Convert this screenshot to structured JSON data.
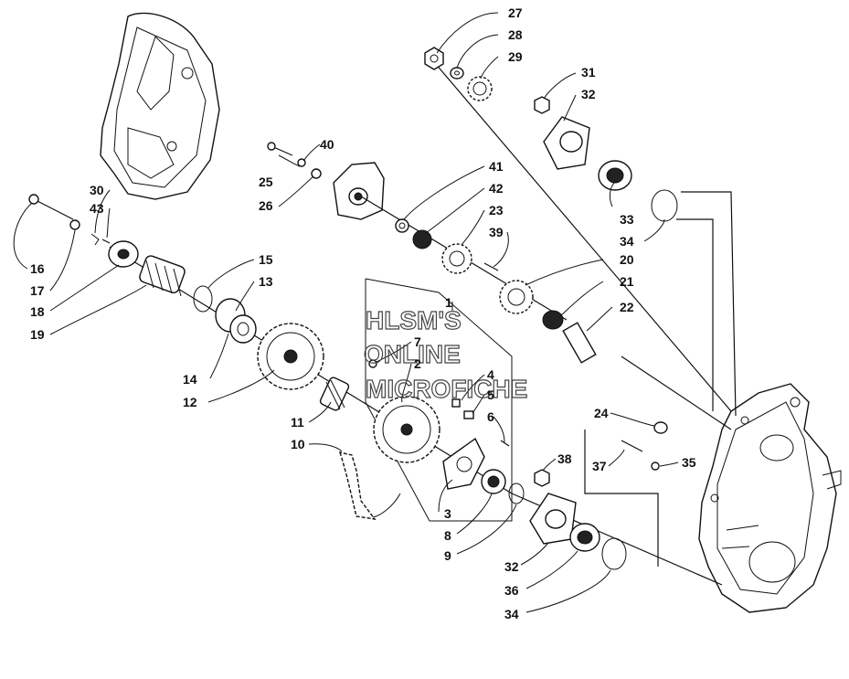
{
  "watermark": {
    "line1": "HLSM'S",
    "line2": "ONLINE",
    "line3": "MICROFICHE"
  },
  "callouts": [
    {
      "id": "c27",
      "text": "27"
    },
    {
      "id": "c28",
      "text": "28"
    },
    {
      "id": "c29",
      "text": "29"
    },
    {
      "id": "c31",
      "text": "31"
    },
    {
      "id": "c32a",
      "text": "32"
    },
    {
      "id": "c40",
      "text": "40"
    },
    {
      "id": "c25",
      "text": "25"
    },
    {
      "id": "c26",
      "text": "26"
    },
    {
      "id": "c41",
      "text": "41"
    },
    {
      "id": "c42",
      "text": "42"
    },
    {
      "id": "c23",
      "text": "23"
    },
    {
      "id": "c39",
      "text": "39"
    },
    {
      "id": "c33",
      "text": "33"
    },
    {
      "id": "c34a",
      "text": "34"
    },
    {
      "id": "c30",
      "text": "30"
    },
    {
      "id": "c43",
      "text": "43"
    },
    {
      "id": "c16",
      "text": "16"
    },
    {
      "id": "c17",
      "text": "17"
    },
    {
      "id": "c18",
      "text": "18"
    },
    {
      "id": "c19",
      "text": "19"
    },
    {
      "id": "c15",
      "text": "15"
    },
    {
      "id": "c13",
      "text": "13"
    },
    {
      "id": "c20",
      "text": "20"
    },
    {
      "id": "c21",
      "text": "21"
    },
    {
      "id": "c22",
      "text": "22"
    },
    {
      "id": "c1",
      "text": "1"
    },
    {
      "id": "c7",
      "text": "7"
    },
    {
      "id": "c2",
      "text": "2"
    },
    {
      "id": "c14",
      "text": "14"
    },
    {
      "id": "c12",
      "text": "12"
    },
    {
      "id": "c4",
      "text": "4"
    },
    {
      "id": "c5",
      "text": "5"
    },
    {
      "id": "c6",
      "text": "6"
    },
    {
      "id": "c11",
      "text": "11"
    },
    {
      "id": "c24",
      "text": "24"
    },
    {
      "id": "c10",
      "text": "10"
    },
    {
      "id": "c37",
      "text": "37"
    },
    {
      "id": "c35",
      "text": "35"
    },
    {
      "id": "c38",
      "text": "38"
    },
    {
      "id": "c3",
      "text": "3"
    },
    {
      "id": "c8",
      "text": "8"
    },
    {
      "id": "c9",
      "text": "9"
    },
    {
      "id": "c32b",
      "text": "32"
    },
    {
      "id": "c36",
      "text": "36"
    },
    {
      "id": "c34b",
      "text": "34"
    }
  ]
}
